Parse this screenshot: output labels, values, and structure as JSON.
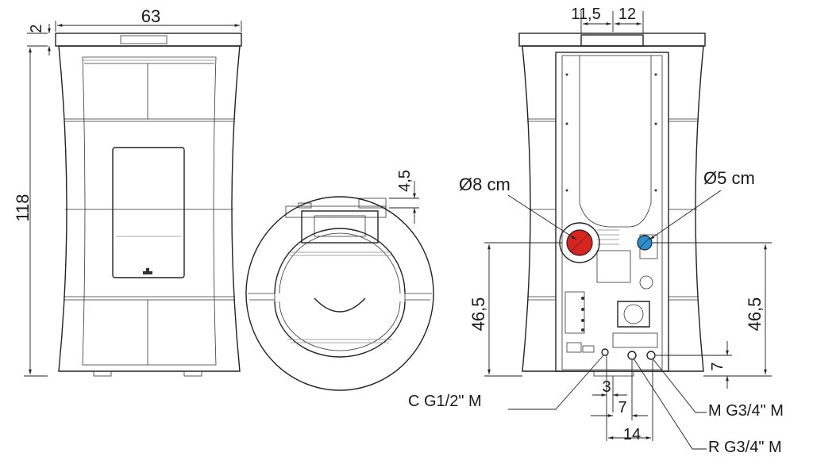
{
  "dimensions": {
    "front_width": "63",
    "front_top_gap": "2",
    "front_height": "118",
    "top_offset": "4,5",
    "rear_top_left": "11,5",
    "rear_top_right": "12",
    "rear_left_height": "46,5",
    "rear_right_height": "46,5",
    "rear_small_height": "7",
    "bottom_3": "3",
    "bottom_7": "7",
    "bottom_14": "14"
  },
  "labels": {
    "flue_outlet": "Ø8 cm",
    "air_inlet": "Ø5 cm",
    "connection_c": "C G1/2\" M",
    "connection_m": "M G3/4\" M",
    "connection_r": "R G3/4\" M"
  },
  "colors": {
    "flue_outlet": "#d9231f",
    "air_inlet": "#2a8fd0",
    "line": "#222222"
  }
}
